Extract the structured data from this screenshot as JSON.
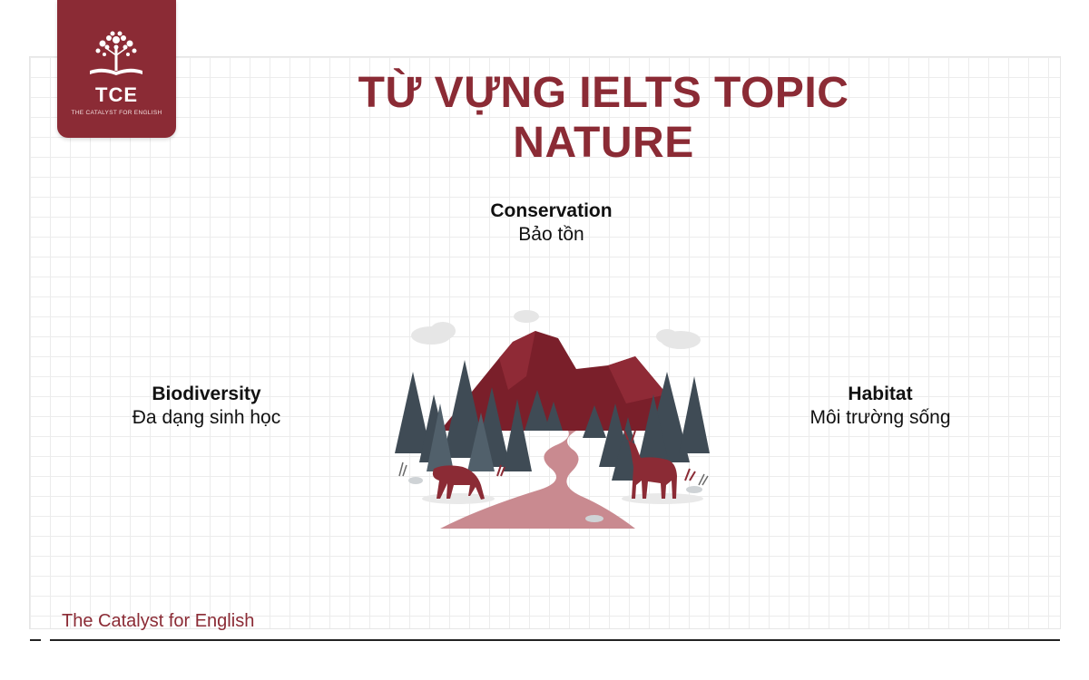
{
  "brand": {
    "logo_text": "TCE",
    "logo_subtitle": "THE CATALYST FOR ENGLISH",
    "footer_name": "The Catalyst for English",
    "color": "#8b2b35"
  },
  "page_title": "TỪ VỰNG IELTS TOPIC NATURE",
  "terms": [
    {
      "english": "Conservation",
      "vietnamese": "Bảo tồn"
    },
    {
      "english": "Biodiversity",
      "vietnamese": "Đa dạng sinh học"
    },
    {
      "english": "Habitat",
      "vietnamese": "Môi trường sống"
    }
  ],
  "illustration": {
    "subject": "nature-scene-icon",
    "colors": {
      "mountain": "#7a1f2a",
      "tree": "#3f4b55",
      "deer": "#8b2b35",
      "path": "#c98a90"
    }
  }
}
